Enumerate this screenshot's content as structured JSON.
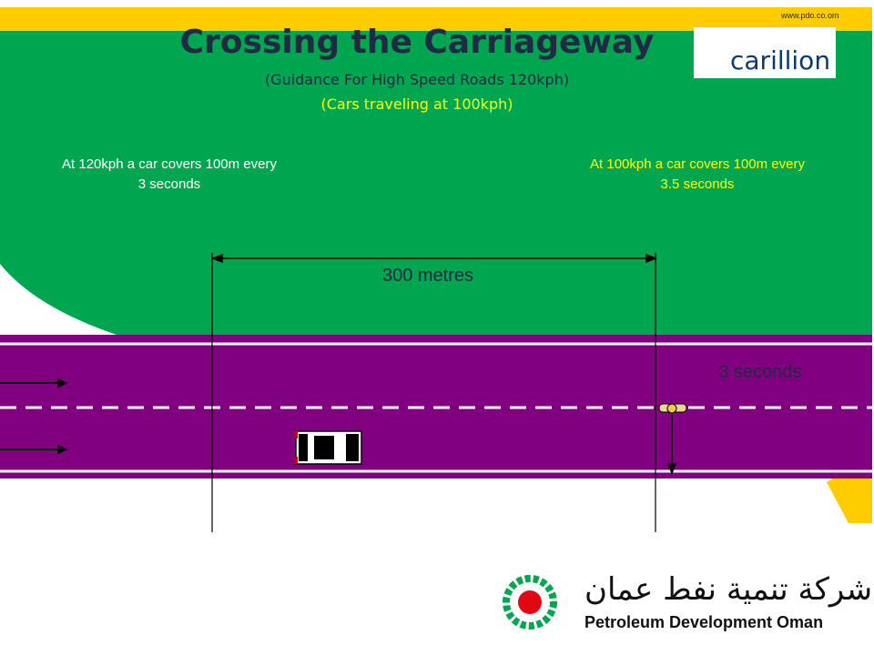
{
  "header": {
    "title": "Crossing the Carriageway",
    "subtitle": "(Guidance For High Speed Roads 120kph)",
    "subtitle_alt": "(Cars traveling at 100kph)",
    "url": "www.pdo.co.om"
  },
  "facts": {
    "left": [
      "At 120kph a car covers 100m every",
      "3 seconds"
    ],
    "right": [
      "At 100kph a car covers 100m every",
      "3.5 seconds"
    ]
  },
  "diagram": {
    "distance_label": "300 metres",
    "time_label": "3 seconds"
  },
  "logos": {
    "carillion": "carillion",
    "pdo_name": "Petroleum Development Oman",
    "pdo_arabic": "شركة تنمية نفط عمان"
  },
  "colors": {
    "green": "#00a550",
    "road": "#800080",
    "yellow": "#ffcc00"
  }
}
